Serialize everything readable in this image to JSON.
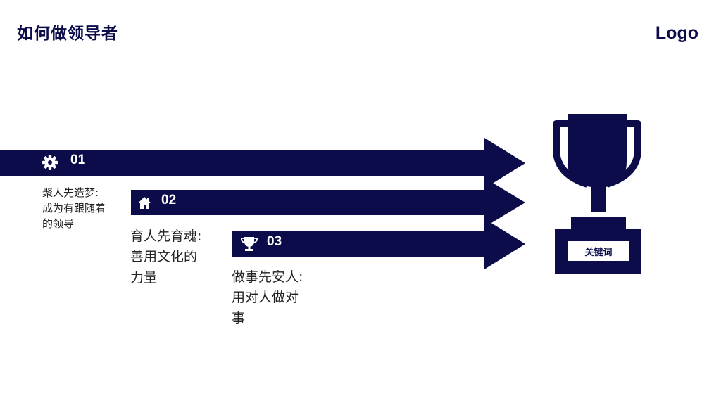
{
  "header": {
    "title": "如何做领导者",
    "logo": "Logo"
  },
  "colors": {
    "primary": "#0d0c4a",
    "background": "#ffffff",
    "text": "#222222"
  },
  "steps": [
    {
      "number": "01",
      "icon": "gear-icon",
      "lines": [
        "聚人先造梦:",
        "成为有跟随着",
        "的领导"
      ]
    },
    {
      "number": "02",
      "icon": "home-icon",
      "lines": [
        "育人先育魂:",
        "善用文化的",
        "力量"
      ]
    },
    {
      "number": "03",
      "icon": "trophy-icon",
      "lines": [
        "做事先安人:",
        "用对人做对",
        "事"
      ]
    }
  ],
  "trophy": {
    "icon": "trophy-icon",
    "keyword": "关键词"
  }
}
